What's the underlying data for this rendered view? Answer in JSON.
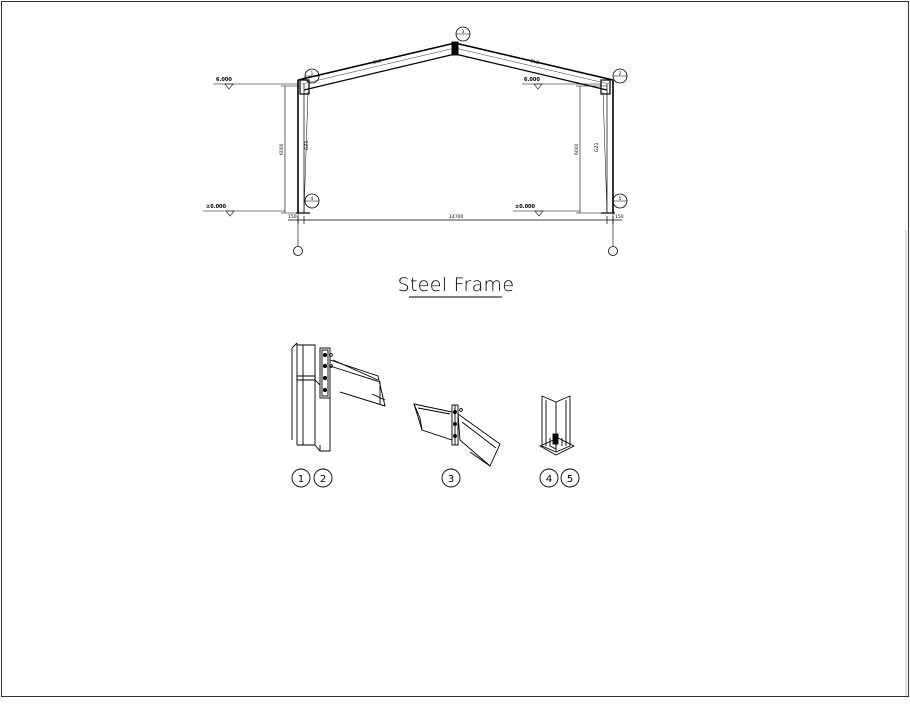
{
  "drawing": {
    "title": "Steel Frame",
    "levels": {
      "eave_left": "6.000",
      "eave_right": "6.000",
      "ground_left": "±0.000",
      "ground_right": "±0.000"
    },
    "members": {
      "rafter_left": "GL1",
      "rafter_right": "GL2",
      "column_left": "GZ1",
      "column_right": "GZ1"
    },
    "dimensions": {
      "height_left": "6000",
      "height_right": "6000",
      "span": "14700",
      "offset_left": "150",
      "offset_right": "150"
    },
    "node_callouts": {
      "n1": "1",
      "n2": "2",
      "n3": "3",
      "n4": "4",
      "n5": "5"
    },
    "detail_labels": {
      "d1": "1",
      "d2": "2",
      "d3": "3",
      "d4": "4",
      "d5": "5"
    }
  }
}
